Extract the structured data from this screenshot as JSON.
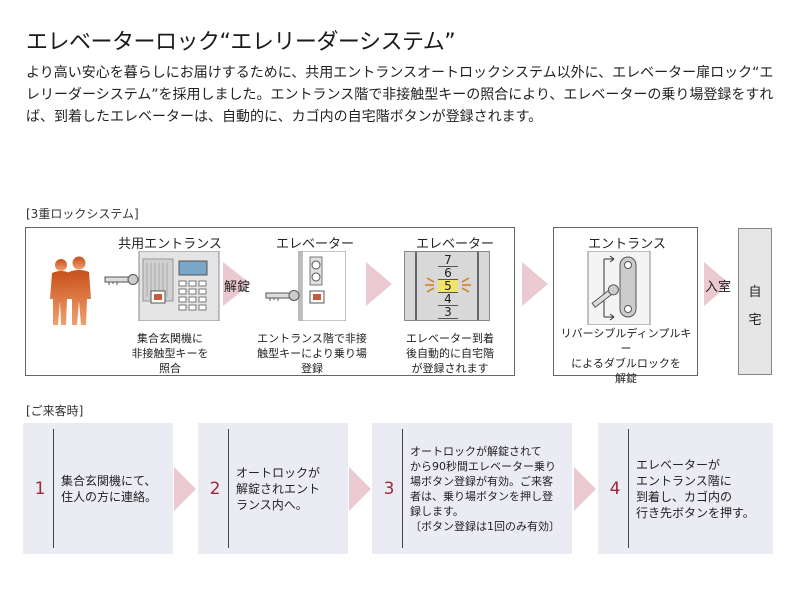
{
  "title": "エレベーターロック“エレリーダーシステム”",
  "intro": "より高い安心を暮らしにお届けするために、共用エントランスオートロックシステム以外に、エレベーター扉ロック“エレリーダーシステム”を採用しました。エントランス階で非接触型キーの照合により、エレベーターの乗り場登録をすれば、到着したエレベーターは、自動的に、カゴ内の自宅階ボタンが登録されます。",
  "lock_system": {
    "label": "[3重ロックシステム]",
    "stages": [
      {
        "caption": "共用エントランス",
        "desc": "集合玄関機に\n非接触型キーを\n照合"
      },
      {
        "caption": "エレベーター",
        "desc": "エントランス階で非接\n触型キーにより乗り場\n登録"
      },
      {
        "caption": "エレベーター",
        "desc": "エレベーター到着\n後自動的に自宅階\nが登録されます"
      },
      {
        "caption": "エントランス",
        "desc": "リバーシブルディンプルキー\nによるダブルロックを\n解錠"
      }
    ],
    "unlock_label": "解錠",
    "enter_label": "入室",
    "home_chars": [
      "自",
      "宅"
    ],
    "floor_numbers": [
      "7",
      "6",
      "5",
      "4",
      "3"
    ],
    "highlight_floor": "5"
  },
  "visitor": {
    "label": "[ご来客時]",
    "steps": [
      {
        "num": "1",
        "text": "集合玄関機にて、\n住人の方に連絡。"
      },
      {
        "num": "2",
        "text": "オートロックが\n解錠されエント\nランス内へ。"
      },
      {
        "num": "3",
        "text": "オートロックが解錠されて\nから90秒間エレベーター乗り\n場ボタン登録が有効。ご来客\n者は、乗り場ボタンを押し登\n録します。\n〔ボタン登録は1回のみ有効〕"
      },
      {
        "num": "4",
        "text": "エレベーターが\nエントランス階に\n到着し、カゴ内の\n行き先ボタンを押す。"
      }
    ]
  },
  "colors": {
    "arrow": "#eac9d0",
    "step_bg": "#ebebf3",
    "step_number": "#a0283c",
    "highlight": "#f1e46a",
    "people": "#c85a1e"
  }
}
